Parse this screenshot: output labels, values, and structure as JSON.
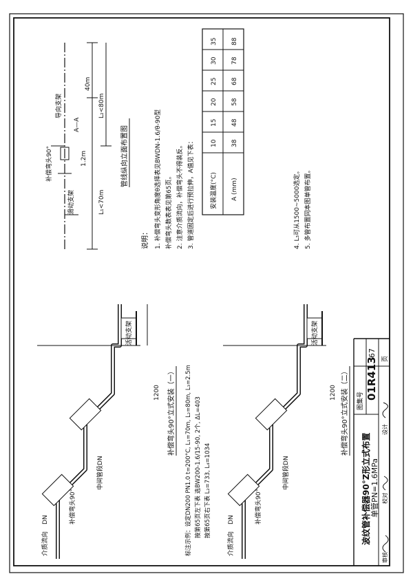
{
  "title_block": {
    "line1": "波纹管补偿器90°Z形立式布置",
    "line2": "单管PN=1.6MPa",
    "atlas_label": "图集号",
    "atlas_no": "01R413",
    "page_label": "页",
    "page_no": "67",
    "review_label": "审核",
    "check_label": "校对",
    "design_label": "设计"
  },
  "plan_view": {
    "caption": "管线纵向立面布置图",
    "labels": {
      "guide_support": "导向支架",
      "comp_elbow": "补偿弯头90°",
      "sliding_support": "滑动支架",
      "dim_40m": "40m",
      "dim_l2": "L₂<80m",
      "dim_l1": "L₁<70m",
      "dim_12m": "1.2m",
      "section_mark": "A—A"
    }
  },
  "notes": {
    "heading": "说明：",
    "items": [
      "1. 补偿弯头变形角度θ选择表见BWDN-1.6/θ-90型",
      "   补偿弯头数表表见第65页。",
      "2. 注意介质流向，补偿弯头不得装反。",
      "3. 管道固定后进行预拉伸，A值见下表：",
      "4. L₃可从1500~5000选定。",
      "5. 多管布置同本图单管布置。"
    ]
  },
  "install_table": {
    "row_label_temp": "安装温度(°C)",
    "row_label_a": "A (mm)",
    "temps": [
      "10",
      "15",
      "20",
      "25",
      "30",
      "35"
    ],
    "a_values": [
      "38",
      "48",
      "58",
      "68",
      "78",
      "88"
    ]
  },
  "figure1": {
    "caption": "补偿弯头90°立式安装（一）",
    "label_flow": "介质流向",
    "label_dn": "DN",
    "label_elbow": "补偿弯头90°",
    "label_mid_pipe": "中间管段DN",
    "label_support": "活动支架",
    "dim_1200": "1200",
    "example_lines": [
      "标注示例：设定DN200 PN1.0 t=200°C, L₁=70m, L₂=80m, L₃=2.5m",
      "按第65页左下表 选BW200-1.6/15-90, 2个, ΔL=403",
      "按第65页右下表 L₂=733, L₄=1034"
    ]
  },
  "figure2": {
    "caption": "补偿弯头90°立式安装（二）",
    "label_flow": "介质流向",
    "label_dn": "DN",
    "label_elbow": "补偿弯头90°",
    "label_mid_pipe": "中间管段DN",
    "label_support": "活动支架",
    "dim_1200": "1200"
  }
}
